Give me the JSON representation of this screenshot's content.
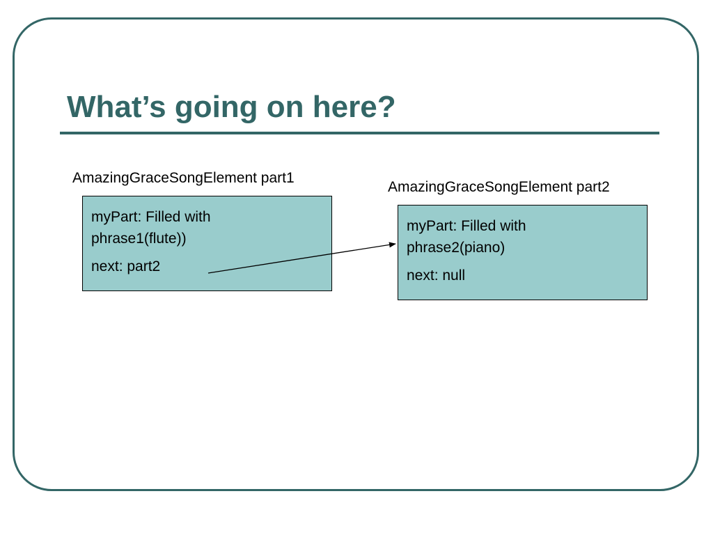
{
  "title": "What’s going on here?",
  "nodes": [
    {
      "label": "AmazingGraceSongElement part1",
      "my_part": "myPart: Filled with phrase1(flute))",
      "next": "next: part2"
    },
    {
      "label": "AmazingGraceSongElement part2",
      "my_part": "myPart: Filled with phrase2(piano)",
      "next": "next: null"
    }
  ],
  "colors": {
    "accent": "#336666",
    "box_fill": "#99cccc",
    "text": "#000000"
  }
}
